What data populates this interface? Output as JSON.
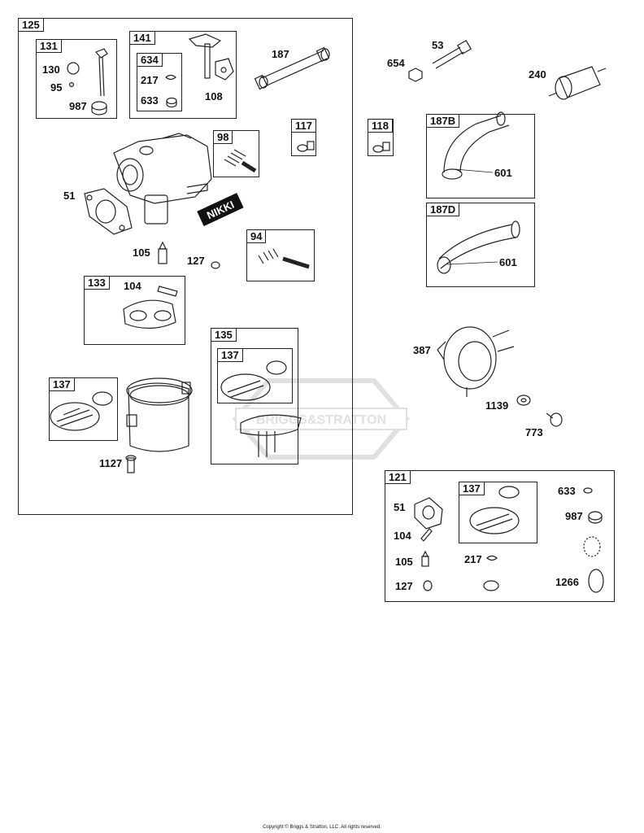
{
  "groups": {
    "g125": "125",
    "g131": "131",
    "g141": "141",
    "g634": "634",
    "g98": "98",
    "g117": "117",
    "g118": "118",
    "g94": "94",
    "g133": "133",
    "g135": "135",
    "g137a": "137",
    "g137b": "137",
    "g187b": "187B",
    "g187d": "187D",
    "g121": "121",
    "g137c": "137"
  },
  "parts": {
    "p130": "130",
    "p95": "95",
    "p987a": "987",
    "p217a": "217",
    "p633a": "633",
    "p108": "108",
    "p187": "187",
    "p51a": "51",
    "p105a": "105",
    "p127a": "127",
    "p104a": "104",
    "p1127": "1127",
    "p654": "654",
    "p53": "53",
    "p240": "240",
    "p601a": "601",
    "p601b": "601",
    "p387": "387",
    "p1139": "1139",
    "p773": "773",
    "p633b": "633",
    "p51b": "51",
    "p987b": "987",
    "p104b": "104",
    "p105b": "105",
    "p217b": "217",
    "p127b": "127",
    "p1266": "1266"
  },
  "brand_label": "NIKKI",
  "watermark": "BRIGGS&STRATTON",
  "copyright": "Copyright © Briggs & Stratton, LLC. All rights reserved."
}
